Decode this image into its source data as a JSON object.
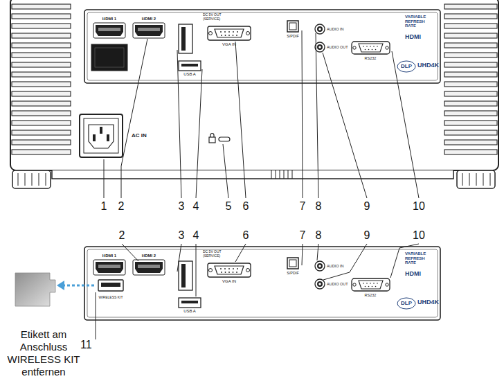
{
  "diagram": {
    "labels": [
      "HDMI 1",
      "HDMI 2",
      "DC 5V OUT (SERVICE)",
      "VGA IN",
      "USB A",
      "S/PDIF",
      "AUDIO IN",
      "AUDIO OUT",
      "RS232",
      "VARIABLE REFRESH RATE",
      "HDMI",
      "DLP",
      "UHD4K",
      "AC IN",
      "1",
      "2",
      "3",
      "4",
      "5",
      "6",
      "7",
      "8",
      "9",
      "10",
      "HDMI 1",
      "HDMI 2",
      "DC 5V OUT (SERVICE)",
      "VGA IN",
      "USB A",
      "S/PDIF",
      "AUDIO IN",
      "AUDIO OUT",
      "RS232",
      "VARIABLE REFRESH RATE",
      "HDMI",
      "DLP",
      "UHD4K",
      "WIRELESS KIT",
      "2",
      "3",
      "4",
      "6",
      "7",
      "8",
      "9",
      "10",
      "11",
      "Etikett am Anschluss WIRELESS KIT entfernen"
    ]
  }
}
